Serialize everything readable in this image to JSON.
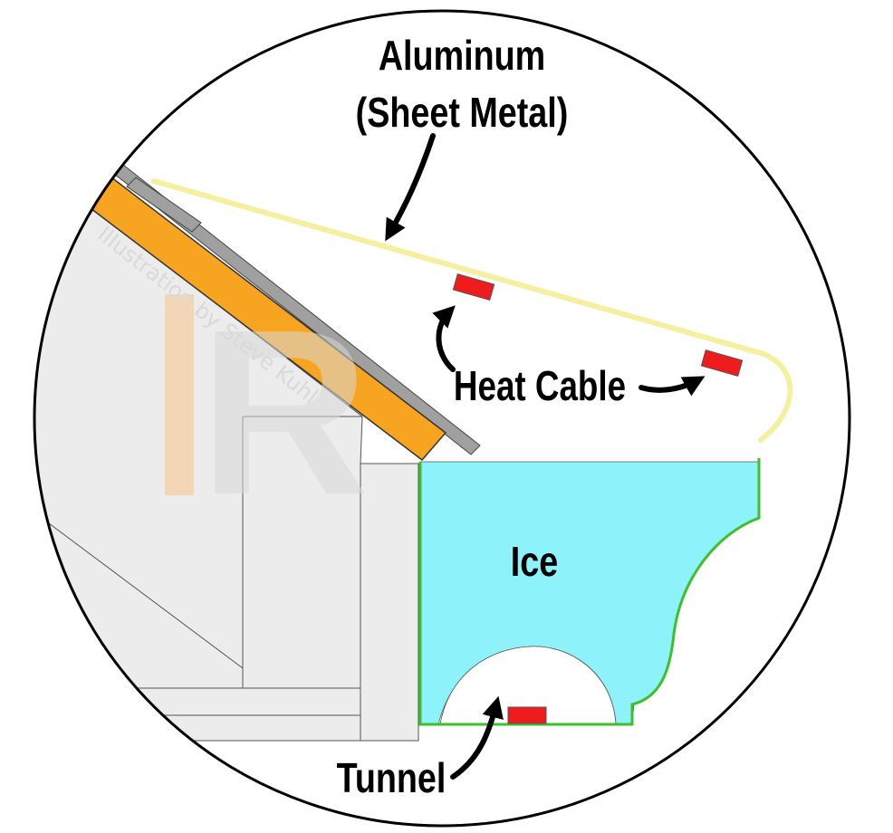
{
  "labels": {
    "aluminum_line1": "Aluminum",
    "aluminum_line2": "(Sheet Metal)",
    "heat_cable": "Heat Cable",
    "ice": "Ice",
    "tunnel": "Tunnel"
  },
  "watermark": {
    "credit": "Illustration by Steve Kuhl",
    "logo": "R"
  },
  "colors": {
    "roof_board": "#f7a421",
    "shingle": "#a0a0a0",
    "wall": "#ececec",
    "sheet_metal": "#f4f0a0",
    "heat_cable": "#ee1c1c",
    "ice": "#8ef2fb",
    "gutter": "#3fbf2c",
    "circle": "#000000",
    "arrow": "#000000"
  }
}
